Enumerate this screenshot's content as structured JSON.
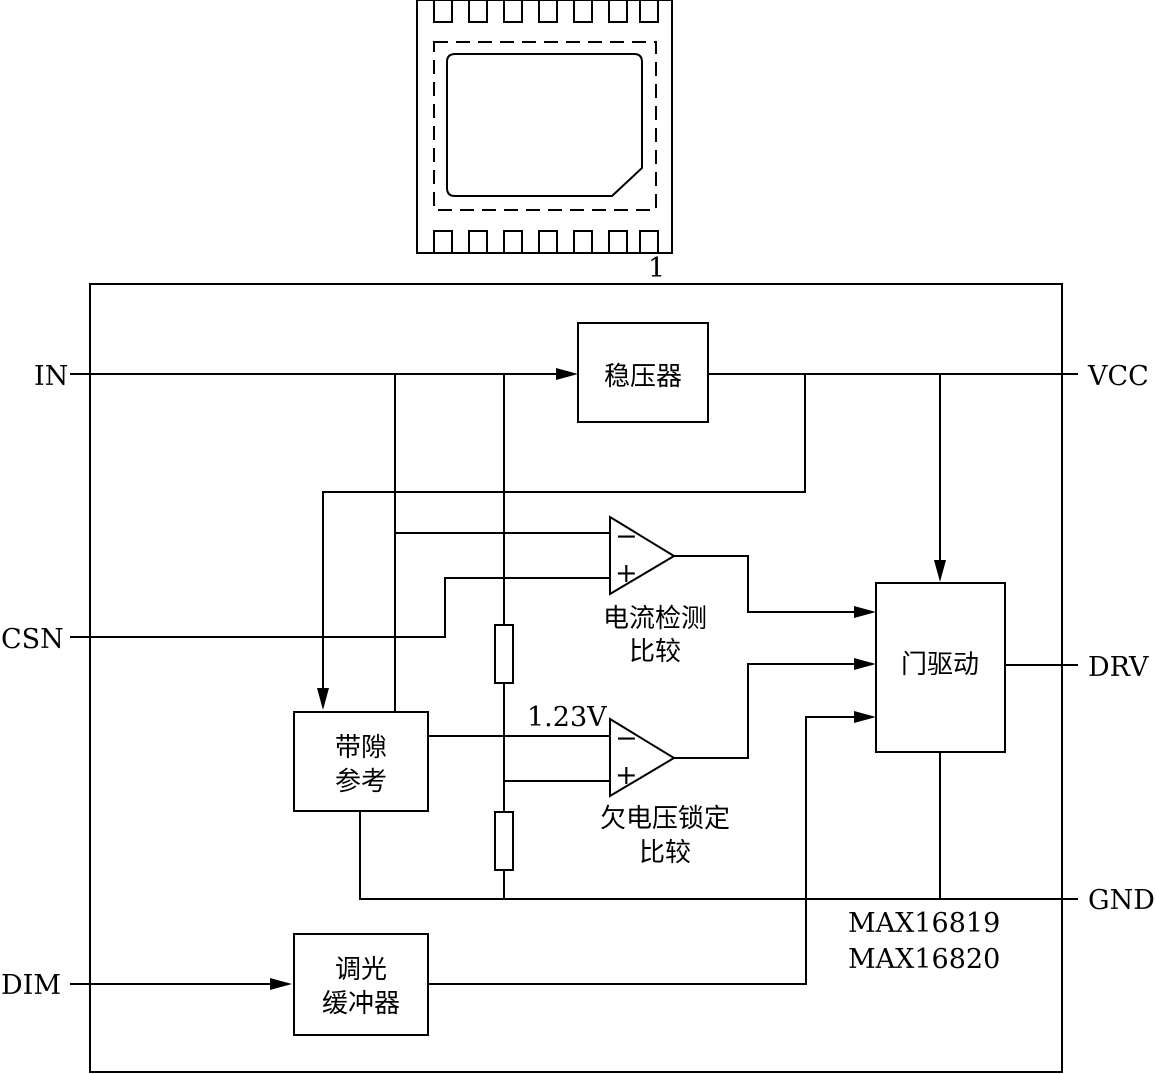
{
  "package": {
    "pin1_label": "1"
  },
  "pins": {
    "in": "IN",
    "csn": "CSN",
    "dim": "DIM",
    "vcc": "VCC",
    "drv": "DRV",
    "gnd": "GND"
  },
  "blocks": {
    "regulator": "稳压器",
    "bandgap_line1": "带隙",
    "bandgap_line2": "参考",
    "dimming_line1": "调光",
    "dimming_line2": "缓冲器",
    "gate_driver": "门驱动"
  },
  "comparators": {
    "current_sense_line1": "电流检测",
    "current_sense_line2": "比较",
    "uvlo_line1": "欠电压锁定",
    "uvlo_line2": "比较",
    "minus_sign": "−",
    "plus_sign": "+"
  },
  "reference_voltage": "1.23V",
  "part_numbers": [
    "MAX16819",
    "MAX16820"
  ]
}
